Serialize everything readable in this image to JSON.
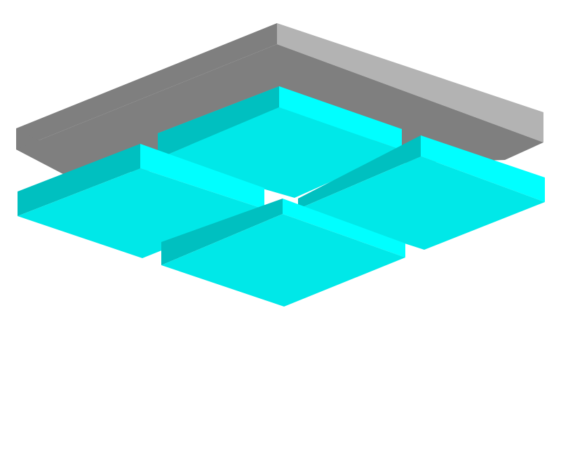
{
  "colors": {
    "background": "#ffffff",
    "ceiling_plate_top": "#b2b2b2",
    "ceiling_plate_left_face": "#7f7f7f",
    "ceiling_plate_right_face": "#b3b3b3",
    "tile_top": "#00e8e8",
    "tile_left_face": "#00c0c0",
    "tile_right_face": "#00ffff"
  },
  "objects": {
    "ceiling_plate": {
      "name": "ceiling-plate"
    },
    "tiles": [
      {
        "name": "panel-tile-back"
      },
      {
        "name": "panel-tile-left"
      },
      {
        "name": "panel-tile-right"
      },
      {
        "name": "panel-tile-front"
      }
    ]
  }
}
